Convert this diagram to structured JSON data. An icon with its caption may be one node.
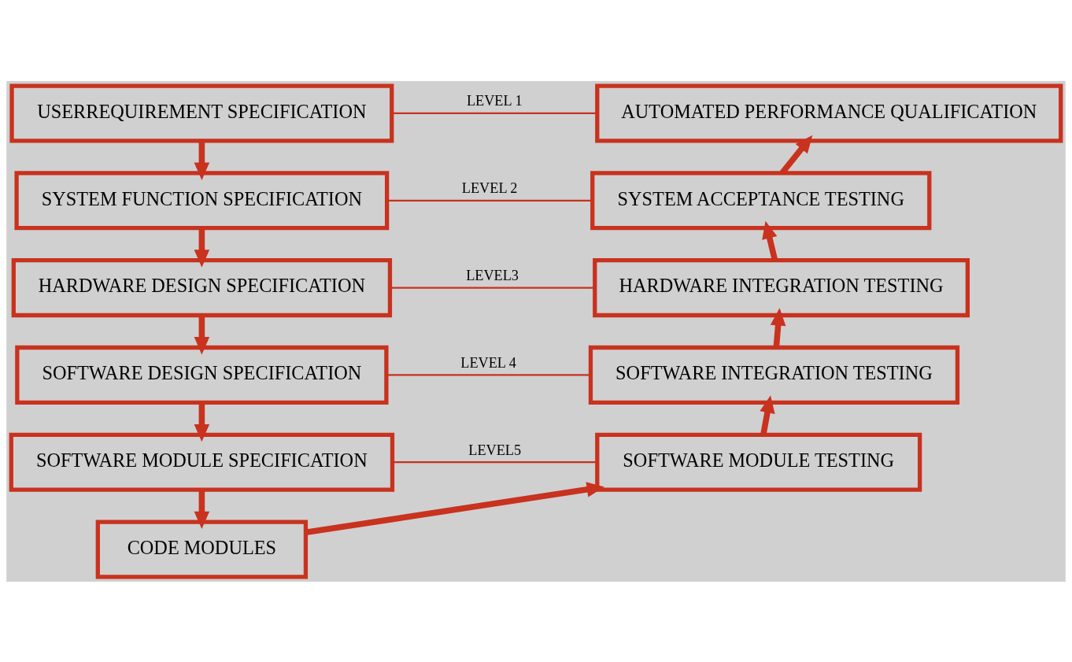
{
  "diagram": {
    "nodes": [
      {
        "text": [
          "USERREQUIREMENT SPECIFICATION"
        ]
      },
      {
        "text": [
          "AUTOMATED PERFORMANCE QUALIFICATION"
        ]
      },
      {
        "text": [
          "SYSTEM FUNCTION SPECIFICATION"
        ]
      },
      {
        "text": [
          "SYSTEM ACCEPTANCE TESTING"
        ]
      },
      {
        "text": [
          "HARDWARE DESIGN SPECIFICATION"
        ]
      },
      {
        "text": [
          "HARDWARE INTEGRATION TESTING"
        ]
      },
      {
        "text": [
          "SOFTWARE DESIGN SPECIFICATION"
        ]
      },
      {
        "text": [
          "SOFTWARE INTEGRATION TESTING"
        ]
      },
      {
        "text": [
          "SOFTWARE MODULE SPECIFICATION"
        ]
      },
      {
        "text": [
          "SOFTWARE MODULE TESTING"
        ]
      },
      {
        "text": [
          "CODE MODULES"
        ]
      }
    ],
    "edges": [
      {
        "from": 0,
        "to": 1,
        "arrow": "none",
        "label": "LEVEL 1"
      },
      {
        "from": 0,
        "to": 2,
        "arrow": "to"
      },
      {
        "from": 2,
        "to": 3,
        "arrow": "none",
        "label": "LEVEL 2"
      },
      {
        "from": 3,
        "to": 1,
        "arrow": "to"
      },
      {
        "from": 2,
        "to": 4,
        "arrow": "to"
      },
      {
        "from": 4,
        "to": 5,
        "arrow": "none",
        "label": "LEVEL3"
      },
      {
        "from": 5,
        "to": 3,
        "arrow": "to"
      },
      {
        "from": 4,
        "to": 6,
        "arrow": "to"
      },
      {
        "from": 6,
        "to": 7,
        "arrow": "none",
        "label": "LEVEL 4"
      },
      {
        "from": 7,
        "to": 5,
        "arrow": "to"
      },
      {
        "from": 6,
        "to": 8,
        "arrow": "to"
      },
      {
        "from": 8,
        "to": 9,
        "arrow": "none",
        "label": "LEVEL5"
      },
      {
        "from": 9,
        "to": 7,
        "arrow": "to"
      },
      {
        "from": 8,
        "to": 10,
        "arrow": "to"
      },
      {
        "from": 10,
        "to": 9,
        "arrow": "to"
      }
    ]
  }
}
